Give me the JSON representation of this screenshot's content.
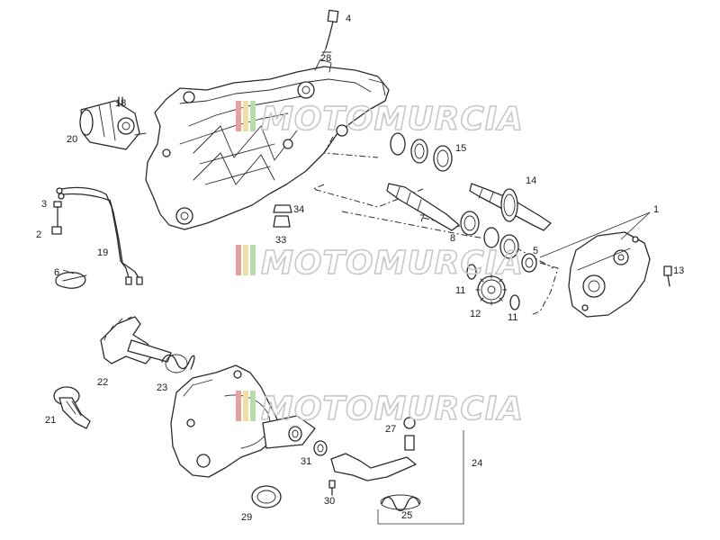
{
  "parts": [
    {
      "id": "p1",
      "label": "1"
    },
    {
      "id": "p2",
      "label": "2"
    },
    {
      "id": "p3",
      "label": "3"
    },
    {
      "id": "p4",
      "label": "4"
    },
    {
      "id": "p5",
      "label": "5"
    },
    {
      "id": "p6",
      "label": "6"
    },
    {
      "id": "p7",
      "label": "7"
    },
    {
      "id": "p8",
      "label": "8"
    },
    {
      "id": "p11a",
      "label": "11"
    },
    {
      "id": "p11b",
      "label": "11"
    },
    {
      "id": "p12",
      "label": "12"
    },
    {
      "id": "p13",
      "label": "13"
    },
    {
      "id": "p14",
      "label": "14"
    },
    {
      "id": "p15",
      "label": "15"
    },
    {
      "id": "p18",
      "label": "18"
    },
    {
      "id": "p19",
      "label": "19"
    },
    {
      "id": "p20",
      "label": "20"
    },
    {
      "id": "p21",
      "label": "21"
    },
    {
      "id": "p22",
      "label": "22"
    },
    {
      "id": "p23",
      "label": "23"
    },
    {
      "id": "p24",
      "label": "24"
    },
    {
      "id": "p25",
      "label": "25"
    },
    {
      "id": "p27",
      "label": "27"
    },
    {
      "id": "p28",
      "label": "28"
    },
    {
      "id": "p29",
      "label": "29"
    },
    {
      "id": "p30",
      "label": "30"
    },
    {
      "id": "p31",
      "label": "31"
    },
    {
      "id": "p33",
      "label": "33"
    },
    {
      "id": "p34",
      "label": "34"
    }
  ],
  "watermark": {
    "text": "MOTOMURCIA",
    "colors": {
      "red": "#e8a0a0",
      "yellow": "#f0e0a0",
      "green": "#b8dcb0",
      "outline": "#c8c8c8"
    }
  }
}
